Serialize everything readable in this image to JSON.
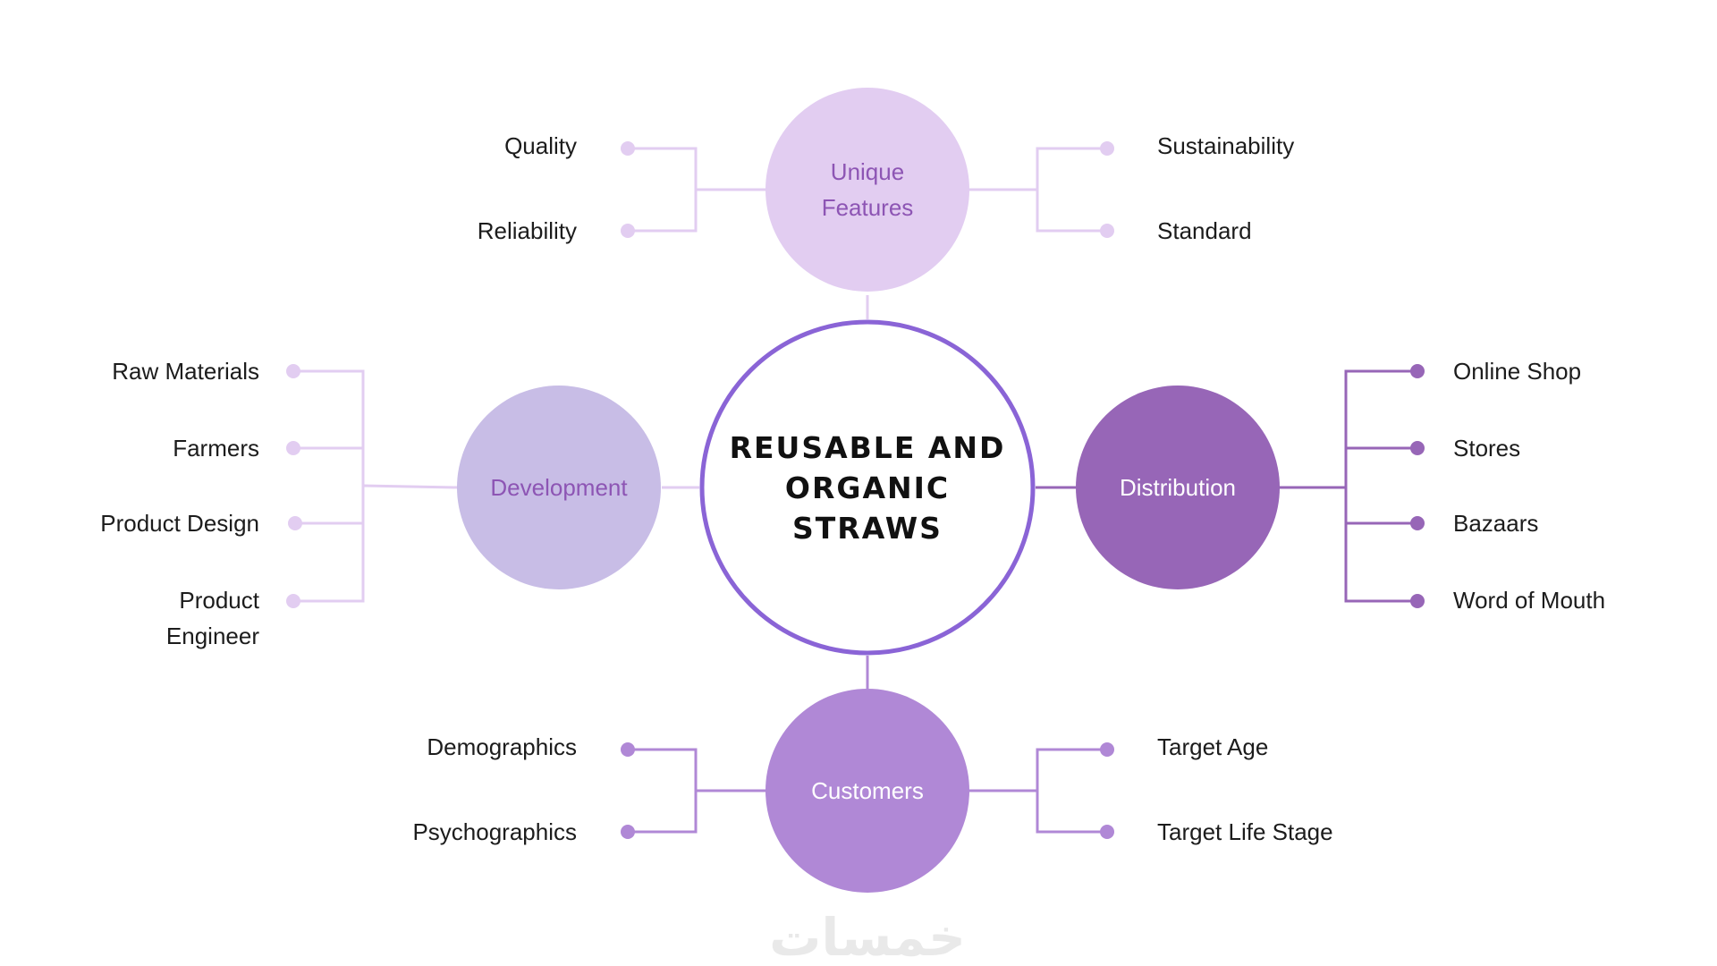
{
  "center": {
    "title": "REUSABLE AND ORGANIC STRAWS",
    "ring_color": "#8a64d6"
  },
  "nodes": {
    "unique_features": {
      "label_line1": "Unique",
      "label_line2": "Features",
      "fill": "#e2cdf1",
      "text_color": "#8d55b4",
      "line_color": "#e2cdf1",
      "left_items": [
        "Quality",
        "Reliability"
      ],
      "right_items": [
        "Sustainability",
        "Standard"
      ]
    },
    "development": {
      "label": "Development",
      "fill": "#c8bde6",
      "text_color": "#8d55b4",
      "line_color": "#e2cdf1",
      "items": [
        "Raw Materials",
        "Farmers",
        "Product Design",
        "Product Engineer"
      ]
    },
    "distribution": {
      "label": "Distribution",
      "fill": "#9766b7",
      "text_color": "#ffffff",
      "line_color": "#9766b7",
      "items": [
        "Online Shop",
        "Stores",
        "Bazaars",
        "Word of Mouth"
      ]
    },
    "customers": {
      "label": "Customers",
      "fill": "#b088d6",
      "text_color": "#ffffff",
      "line_color": "#b088d6",
      "left_items": [
        "Demographics",
        "Psychographics"
      ],
      "right_items": [
        "Target Age",
        "Target Life Stage"
      ]
    }
  },
  "watermark": {
    "text": "خمسات",
    "color": "#e9e9e9"
  }
}
